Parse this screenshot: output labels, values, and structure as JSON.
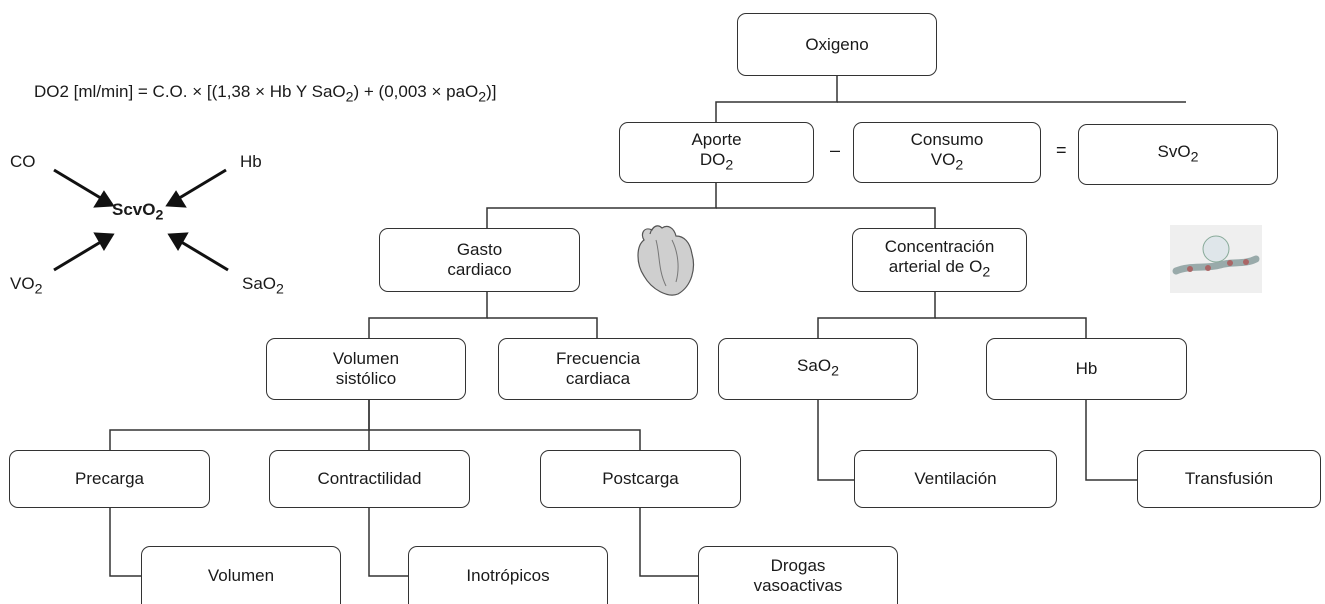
{
  "formula": {
    "prefix": "DO2 [ml/min] = C.O. × [(1,38 × Hb Y SaO",
    "sub1": "2",
    "mid": ") + (0,003 × paO",
    "sub2": "2",
    "suffix": ")]"
  },
  "scvo2": {
    "center": {
      "text": "ScvO",
      "sub": "2"
    },
    "co": "CO",
    "hb": "Hb",
    "vo2": {
      "text": "VO",
      "sub": "2"
    },
    "sao2": {
      "text": "SaO",
      "sub": "2"
    }
  },
  "operators": {
    "minus": "–",
    "equals": "="
  },
  "nodes": {
    "oxigeno": "Oxigeno",
    "aporte": {
      "line1": "Aporte",
      "line2": "DO",
      "sub": "2"
    },
    "consumo": {
      "line1": "Consumo",
      "line2": "VO",
      "sub": "2"
    },
    "svo2": {
      "text": "SvO",
      "sub": "2"
    },
    "gasto": {
      "line1": "Gasto",
      "line2": "cardiaco"
    },
    "concentracion": {
      "line1": "Concentración",
      "line2": "arterial de O",
      "sub": "2"
    },
    "volumen_sistolico": {
      "line1": "Volumen",
      "line2": "sistólico"
    },
    "frecuencia": {
      "line1": "Frecuencia",
      "line2": "cardiaca"
    },
    "sao2": {
      "text": "SaO",
      "sub": "2"
    },
    "hb": "Hb",
    "precarga": "Precarga",
    "contractilidad": "Contractilidad",
    "postcarga": "Postcarga",
    "volumen": "Volumen",
    "inotropicos": "Inotrópicos",
    "drogas": {
      "line1": "Drogas",
      "line2": "vasoactivas"
    },
    "ventilacion": "Ventilación",
    "transfusion": "Transfusión"
  }
}
